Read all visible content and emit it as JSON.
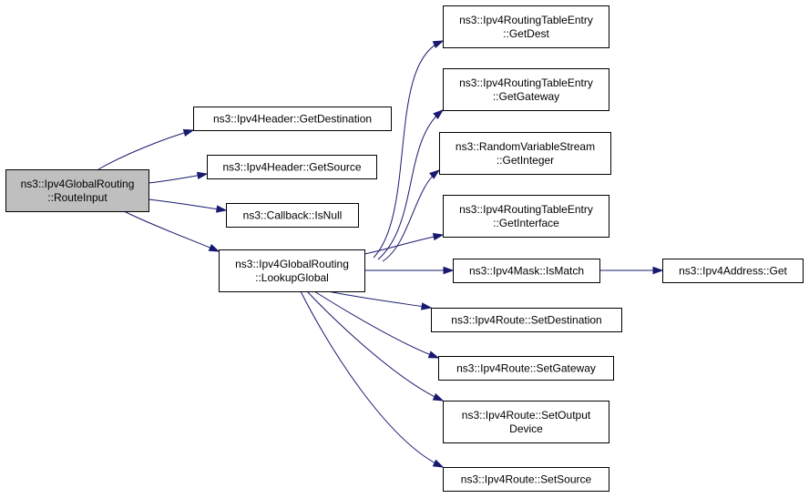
{
  "colors": {
    "edge": "#191970",
    "root_fill": "#bfbfbf",
    "node_fill": "#ffffff",
    "border": "#000000"
  },
  "nodes": {
    "route_input": {
      "lines": [
        "ns3::Ipv4GlobalRouting",
        "::RouteInput"
      ]
    },
    "get_destination": {
      "lines": [
        "ns3::Ipv4Header::GetDestination"
      ]
    },
    "get_source": {
      "lines": [
        "ns3::Ipv4Header::GetSource"
      ]
    },
    "is_null": {
      "lines": [
        "ns3::Callback::IsNull"
      ]
    },
    "lookup_global": {
      "lines": [
        "ns3::Ipv4GlobalRouting",
        "::LookupGlobal"
      ]
    },
    "get_dest": {
      "lines": [
        "ns3::Ipv4RoutingTableEntry",
        "::GetDest"
      ]
    },
    "get_gateway": {
      "lines": [
        "ns3::Ipv4RoutingTableEntry",
        "::GetGateway"
      ]
    },
    "get_integer": {
      "lines": [
        "ns3::RandomVariableStream",
        "::GetInteger"
      ]
    },
    "get_interface": {
      "lines": [
        "ns3::Ipv4RoutingTableEntry",
        "::GetInterface"
      ]
    },
    "is_match": {
      "lines": [
        "ns3::Ipv4Mask::IsMatch"
      ]
    },
    "address_get": {
      "lines": [
        "ns3::Ipv4Address::Get"
      ]
    },
    "route_set_destination": {
      "lines": [
        "ns3::Ipv4Route::SetDestination"
      ]
    },
    "route_set_gateway": {
      "lines": [
        "ns3::Ipv4Route::SetGateway"
      ]
    },
    "route_set_output_device": {
      "lines": [
        "ns3::Ipv4Route::SetOutput",
        "Device"
      ]
    },
    "route_set_source": {
      "lines": [
        "ns3::Ipv4Route::SetSource"
      ]
    }
  },
  "edges": [
    {
      "from": "route_input",
      "to": "get_destination"
    },
    {
      "from": "route_input",
      "to": "get_source"
    },
    {
      "from": "route_input",
      "to": "is_null"
    },
    {
      "from": "route_input",
      "to": "lookup_global"
    },
    {
      "from": "lookup_global",
      "to": "get_dest"
    },
    {
      "from": "lookup_global",
      "to": "get_gateway"
    },
    {
      "from": "lookup_global",
      "to": "get_integer"
    },
    {
      "from": "lookup_global",
      "to": "get_interface"
    },
    {
      "from": "lookup_global",
      "to": "is_match"
    },
    {
      "from": "lookup_global",
      "to": "route_set_destination"
    },
    {
      "from": "lookup_global",
      "to": "route_set_gateway"
    },
    {
      "from": "lookup_global",
      "to": "route_set_output_device"
    },
    {
      "from": "lookup_global",
      "to": "route_set_source"
    },
    {
      "from": "is_match",
      "to": "address_get"
    }
  ]
}
